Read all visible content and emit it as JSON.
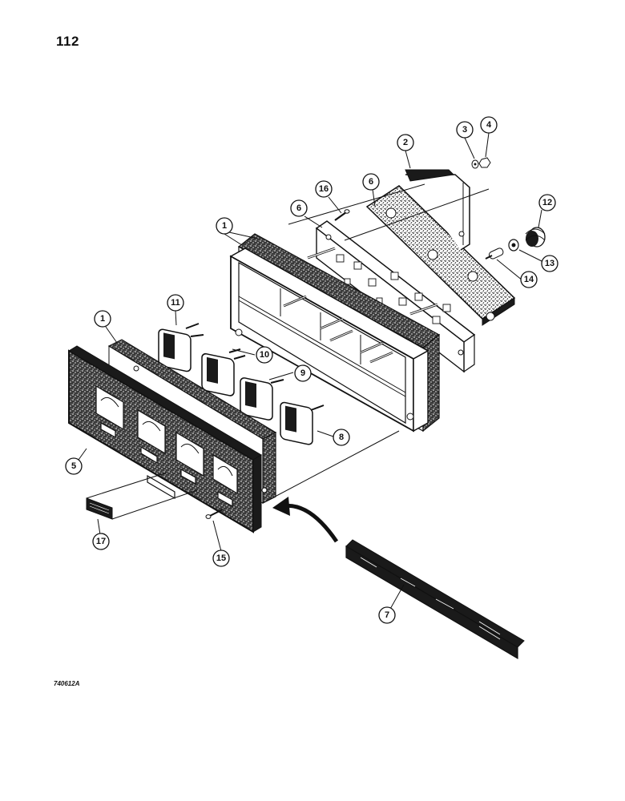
{
  "page_number": "112",
  "figure_code": "740612A",
  "callouts": [
    {
      "num": "1",
      "part": "gasket-rear"
    },
    {
      "num": "1",
      "part": "gasket-front"
    },
    {
      "num": "2",
      "part": "support-bracket"
    },
    {
      "num": "3",
      "part": "washer"
    },
    {
      "num": "4",
      "part": "nut"
    },
    {
      "num": "5",
      "part": "front-bezel"
    },
    {
      "num": "6",
      "part": "circuit-board"
    },
    {
      "num": "6",
      "part": "rear-gasket-plate"
    },
    {
      "num": "7",
      "part": "decal-strip"
    },
    {
      "num": "8",
      "part": "indicator-module"
    },
    {
      "num": "9",
      "part": "indicator-module"
    },
    {
      "num": "10",
      "part": "indicator-module"
    },
    {
      "num": "11",
      "part": "indicator-module"
    },
    {
      "num": "12",
      "part": "lamp-socket"
    },
    {
      "num": "13",
      "part": "lamp-holder"
    },
    {
      "num": "14",
      "part": "bulb"
    },
    {
      "num": "15",
      "part": "screw"
    },
    {
      "num": "16",
      "part": "screw"
    },
    {
      "num": "17",
      "part": "label"
    }
  ],
  "icons": {
    "arrow": "curved-arrow-icon"
  }
}
